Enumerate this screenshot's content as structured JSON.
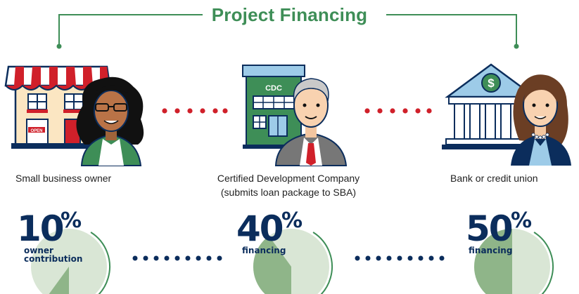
{
  "title": "Project Financing",
  "parties": [
    {
      "label": "Small business owner",
      "sign": "OPEN"
    },
    {
      "label_line1": "Certified Development Company",
      "label_line2": "(submits loan package to SBA)",
      "sign": "CDC"
    },
    {
      "label": "Bank or credit union",
      "sign": "$"
    }
  ],
  "shares": [
    {
      "number": "10",
      "symbol": "%",
      "label_line1": "owner",
      "label_line2": "contribution",
      "fraction": 0.1
    },
    {
      "number": "40",
      "symbol": "%",
      "label_line1": "financing",
      "fraction": 0.4
    },
    {
      "number": "50",
      "symbol": "%",
      "label_line1": "financing",
      "fraction": 0.5
    }
  ],
  "colors": {
    "title": "#3e8e57",
    "navy": "#0b2d5c",
    "red_dots": "#d0202a",
    "pie_light": "#d9e6d5",
    "pie_dark": "#8fb589"
  }
}
